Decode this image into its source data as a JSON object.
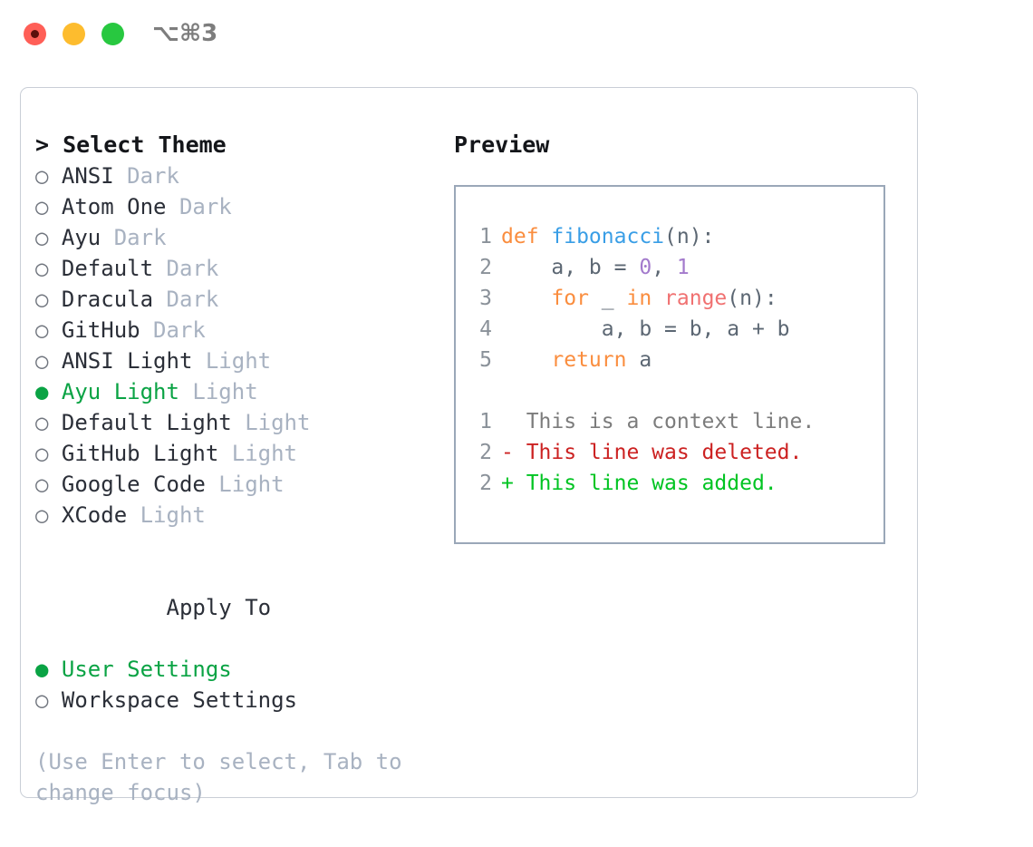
{
  "window": {
    "title": "⌥⌘3",
    "traffic_lights": [
      "close-red",
      "minimize-yellow",
      "maximize-green"
    ]
  },
  "theme_picker": {
    "heading": "> Select Theme",
    "bullet_selected": "●",
    "bullet_unselected": "○",
    "items": [
      {
        "name": "ANSI",
        "kind": "Dark",
        "selected": false
      },
      {
        "name": "Atom One",
        "kind": "Dark",
        "selected": false
      },
      {
        "name": "Ayu",
        "kind": "Dark",
        "selected": false
      },
      {
        "name": "Default",
        "kind": "Dark",
        "selected": false
      },
      {
        "name": "Dracula",
        "kind": "Dark",
        "selected": false
      },
      {
        "name": "GitHub",
        "kind": "Dark",
        "selected": false
      },
      {
        "name": "ANSI Light",
        "kind": "Light",
        "selected": false
      },
      {
        "name": "Ayu Light",
        "kind": "Light",
        "selected": true
      },
      {
        "name": "Default Light",
        "kind": "Light",
        "selected": false
      },
      {
        "name": "GitHub Light",
        "kind": "Light",
        "selected": false
      },
      {
        "name": "Google Code",
        "kind": "Light",
        "selected": false
      },
      {
        "name": "XCode",
        "kind": "Light",
        "selected": false
      }
    ]
  },
  "apply_to": {
    "heading": "Apply To",
    "items": [
      {
        "name": "User Settings",
        "selected": true
      },
      {
        "name": "Workspace Settings",
        "selected": false
      }
    ]
  },
  "hint": "(Use Enter to select, Tab to change focus)",
  "preview": {
    "title": "Preview",
    "code": [
      {
        "num": "1",
        "tokens": [
          {
            "t": "def ",
            "c": "kw"
          },
          {
            "t": "fibonacci",
            "c": "fn"
          },
          {
            "t": "(n):",
            "c": "txt"
          }
        ]
      },
      {
        "num": "2",
        "tokens": [
          {
            "t": "    a, b = ",
            "c": "txt"
          },
          {
            "t": "0",
            "c": "num"
          },
          {
            "t": ", ",
            "c": "txt"
          },
          {
            "t": "1",
            "c": "num"
          }
        ]
      },
      {
        "num": "3",
        "tokens": [
          {
            "t": "    ",
            "c": "txt"
          },
          {
            "t": "for ",
            "c": "kw"
          },
          {
            "t": "_ ",
            "c": "txt"
          },
          {
            "t": "in ",
            "c": "kw"
          },
          {
            "t": "range",
            "c": "call"
          },
          {
            "t": "(n):",
            "c": "txt"
          }
        ]
      },
      {
        "num": "4",
        "tokens": [
          {
            "t": "        a, b = b, a + b",
            "c": "txt"
          }
        ]
      },
      {
        "num": "5",
        "tokens": [
          {
            "t": "    ",
            "c": "txt"
          },
          {
            "t": "return ",
            "c": "kw"
          },
          {
            "t": "a",
            "c": "txt"
          }
        ]
      }
    ],
    "diff": [
      {
        "num": "1",
        "marker": " ",
        "text": " This is a context line.",
        "kind": "ctx"
      },
      {
        "num": "2",
        "marker": "-",
        "text": " This line was deleted.",
        "kind": "del"
      },
      {
        "num": "2",
        "marker": "+",
        "text": " This line was added.",
        "kind": "add"
      }
    ]
  },
  "colors": {
    "accent_green": "#0aa344",
    "keyword": "#fa8d3e",
    "function": "#399ee6",
    "number": "#a37acc",
    "call": "#f07171",
    "diff_delete": "#cc2222",
    "diff_add": "#00c422",
    "muted": "#a8b2c1"
  }
}
